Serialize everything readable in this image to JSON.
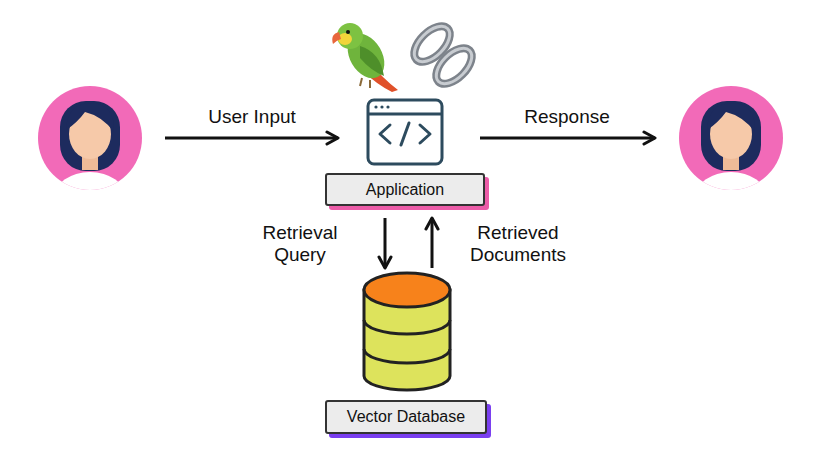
{
  "diagram": {
    "nodes": [
      {
        "text": [
          "Application"
        ]
      },
      {
        "text": [
          "Vector Database"
        ]
      }
    ],
    "edges": [
      {
        "from": 0,
        "to": 1,
        "arrow": "to",
        "label": "Retrieval Query"
      },
      {
        "from": 1,
        "to": 0,
        "arrow": "to",
        "label": "Retrieved Documents"
      }
    ],
    "labels": [
      "User Input",
      "Response"
    ]
  }
}
